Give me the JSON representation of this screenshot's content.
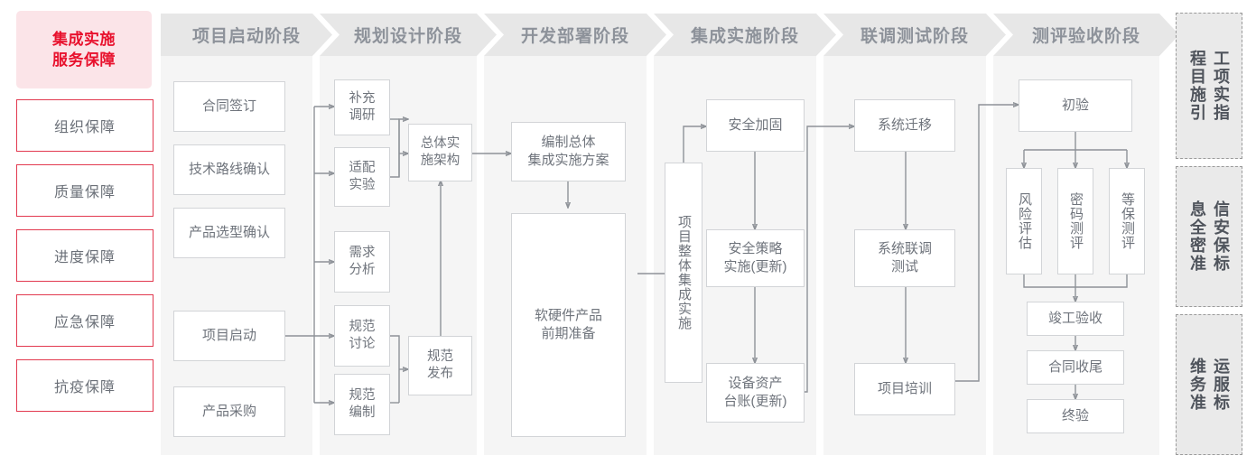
{
  "colors": {
    "accent_red": "#e8112d",
    "guard_border": "#e2394f",
    "guard_head_bg": "#fbe4e8",
    "phase_header_bg": "#e7e7e7",
    "phase_header_text": "#8d929a",
    "phase_body_bg": "#f5f5f5",
    "node_border": "#d2d4d7",
    "node_text": "#6f747c",
    "wire": "#8e9298",
    "standard_bg": "#eaeaea",
    "standard_border": "#9a9a9a"
  },
  "left_sidebar": {
    "title": "集成实施\n服务保障",
    "title_line1": "集成实施",
    "title_line2": "服务保障",
    "items": [
      {
        "label": "组织保障"
      },
      {
        "label": "质量保障"
      },
      {
        "label": "进度保障"
      },
      {
        "label": "应急保障"
      },
      {
        "label": "抗疫保障"
      }
    ]
  },
  "phases": [
    {
      "id": "phase-1",
      "header": "项目启动阶段",
      "nodes": [
        {
          "id": "n-contract-sign",
          "label": "合同签订"
        },
        {
          "id": "n-tech-route",
          "label": "技术路线确认"
        },
        {
          "id": "n-product-select",
          "label": "产品选型确认"
        },
        {
          "id": "n-project-kickoff",
          "label": "项目启动"
        },
        {
          "id": "n-product-purchase",
          "label": "产品采购"
        }
      ]
    },
    {
      "id": "phase-2",
      "header": "规划设计阶段",
      "nodes": [
        {
          "id": "n-supp-research",
          "label": "补充\n调研",
          "line1": "补充",
          "line2": "调研"
        },
        {
          "id": "n-adapt-test",
          "label": "适配\n实验",
          "line1": "适配",
          "line2": "实验"
        },
        {
          "id": "n-req-analysis",
          "label": "需求\n分析",
          "line1": "需求",
          "line2": "分析"
        },
        {
          "id": "n-spec-discuss",
          "label": "规范\n讨论",
          "line1": "规范",
          "line2": "讨论"
        },
        {
          "id": "n-spec-compile",
          "label": "规范\n编制",
          "line1": "规范",
          "line2": "编制"
        },
        {
          "id": "n-overall-arch",
          "label": "总体实\n施架构",
          "line1": "总体实",
          "line2": "施架构"
        },
        {
          "id": "n-spec-release",
          "label": "规范\n发布",
          "line1": "规范",
          "line2": "发布"
        }
      ]
    },
    {
      "id": "phase-3",
      "header": "开发部署阶段",
      "nodes": [
        {
          "id": "n-write-plan",
          "label": "编制总体\n集成实施方案",
          "line1": "编制总体",
          "line2": "集成实施方案"
        },
        {
          "id": "n-hw-sw-prep",
          "label": "软硬件产品\n前期准备",
          "line1": "软硬件产品",
          "line2": "前期准备"
        }
      ]
    },
    {
      "id": "phase-4",
      "header": "集成实施阶段",
      "nodes": [
        {
          "id": "n-overall-integration",
          "label": "项目整体集成实施",
          "vertical": true
        },
        {
          "id": "n-security-harden",
          "label": "安全加固"
        },
        {
          "id": "n-security-policy",
          "label": "安全策略\n实施(更新)",
          "line1": "安全策略",
          "line2": "实施(更新)"
        },
        {
          "id": "n-asset-ledger",
          "label": "设备资产\n台账(更新)",
          "line1": "设备资产",
          "line2": "台账(更新)"
        }
      ]
    },
    {
      "id": "phase-5",
      "header": "联调测试阶段",
      "nodes": [
        {
          "id": "n-sys-migration",
          "label": "系统迁移"
        },
        {
          "id": "n-sys-joint-test",
          "label": "系统联调\n测试",
          "line1": "系统联调",
          "line2": "测试"
        },
        {
          "id": "n-project-train",
          "label": "项目培训"
        }
      ]
    },
    {
      "id": "phase-6",
      "header": "测评验收阶段",
      "nodes": [
        {
          "id": "n-initial-accept",
          "label": "初验"
        },
        {
          "id": "n-risk-assess",
          "label": "风险评估",
          "vertical": true
        },
        {
          "id": "n-crypto-eval",
          "label": "密码测评",
          "vertical": true
        },
        {
          "id": "n-grade-eval",
          "label": "等保测评",
          "vertical": true
        },
        {
          "id": "n-final-inspect",
          "label": "竣工验收"
        },
        {
          "id": "n-contract-close",
          "label": "合同收尾"
        },
        {
          "id": "n-final-accept",
          "label": "终验"
        }
      ]
    }
  ],
  "right_sidebar": {
    "items": [
      {
        "id": "std-eng-guide",
        "col_right": "程目施引",
        "col_left": "工项实指",
        "label": "工程项目实施指引"
      },
      {
        "id": "std-infosec",
        "col_right": "息全密准",
        "col_left": "信安保标",
        "label": "信息安全保密标准"
      },
      {
        "id": "std-ops",
        "col_right": "维务准",
        "col_left": "运服标",
        "label": "运维服务标准"
      }
    ]
  }
}
